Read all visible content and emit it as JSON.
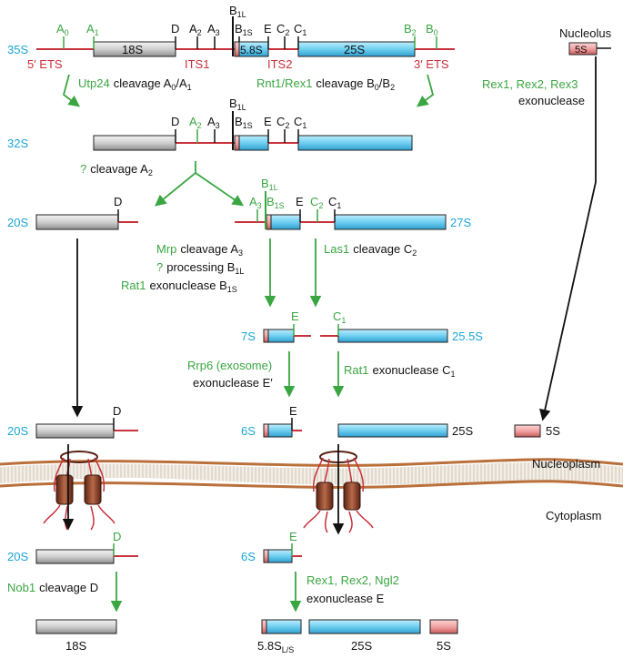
{
  "colors": {
    "cyan_label": "#1aa6d6",
    "green": "#3aa642",
    "red_spacer": "#c8303a",
    "grey_block": "#cfcfcf",
    "blue_block": "#6fcff0",
    "pink_block": "#f2a3a3",
    "membrane": "#b9703a",
    "pore": "#8a3a22"
  },
  "precursors": {
    "p35s": "35S",
    "p32s": "32S",
    "p20s_a": "20S",
    "p27s": "27S",
    "p7s": "7S",
    "p25_5s": "25.5S",
    "p20s_b": "20S",
    "p6s_a": "6S",
    "p25s_a": "25S",
    "p5s_a": "5S",
    "p20s_c": "20S",
    "p6s_b": "6S",
    "p5s_top": "5S"
  },
  "regions": {
    "ets5": "5′ ETS",
    "its1": "ITS1",
    "its2": "ITS2",
    "ets3": "3′ ETS",
    "r18s": "18S",
    "r58s": "5.8S",
    "r25s": "25S"
  },
  "sites": {
    "A0": "A",
    "A0_sub": "0",
    "A1": "A",
    "A1_sub": "1",
    "D": "D",
    "A2": "A",
    "A2_sub": "2",
    "A3": "A",
    "A3_sub": "3",
    "B1L": "B",
    "B1L_sub": "1L",
    "B1S": "B",
    "B1S_sub": "1S",
    "E": "E",
    "C2": "C",
    "C2_sub": "2",
    "C1": "C",
    "C1_sub": "1",
    "B2": "B",
    "B2_sub": "2",
    "B0": "B",
    "B0_sub": "0"
  },
  "steps": {
    "utp24_enzyme": "Utp24",
    "utp24_text": "cleavage A",
    "utp24_sub1": "0",
    "utp24_sep": "/A",
    "utp24_sub2": "1",
    "rnt1_enzyme": "Rnt1/Rex1",
    "rnt1_text": "cleavage B",
    "rnt1_sub1": "0",
    "rnt1_sep": "/B",
    "rnt1_sub2": "2",
    "rex_enzyme": "Rex1, Rex2, Rex3",
    "rex_text": "exonuclease",
    "a2_q": "?",
    "a2_text": "cleavage A",
    "a2_sub": "2",
    "mrp_enzyme": "Mrp",
    "mrp_text": "cleavage A",
    "mrp_sub": "3",
    "proc_q": "?",
    "proc_text": "processing B",
    "proc_sub": "1L",
    "rat1_enzyme": "Rat1",
    "rat1_text": "exonuclease B",
    "rat1_sub": "1S",
    "las1_enzyme": "Las1",
    "las1_text": "cleavage C",
    "las1_sub": "2",
    "rrp6_enzyme": "Rrp6 (exosome)",
    "rrp6_text": "exonuclease E′",
    "rat1c_enzyme": "Rat1",
    "rat1c_text": "exonuclease C",
    "rat1c_sub": "1",
    "nob1_enzyme": "Nob1",
    "nob1_text": "cleavage D",
    "rexe_enzyme": "Rex1, Rex2, Ngl2",
    "rexe_text": "exonuclease E"
  },
  "compartments": {
    "nucleolus": "Nucleolus",
    "nucleoplasm": "Nucleoplasm",
    "cytoplasm": "Cytoplasm"
  },
  "products": {
    "f18s": "18S",
    "f58s": "5.8S",
    "f58s_sub": "L/S",
    "f25s": "25S",
    "f5s": "5S"
  }
}
